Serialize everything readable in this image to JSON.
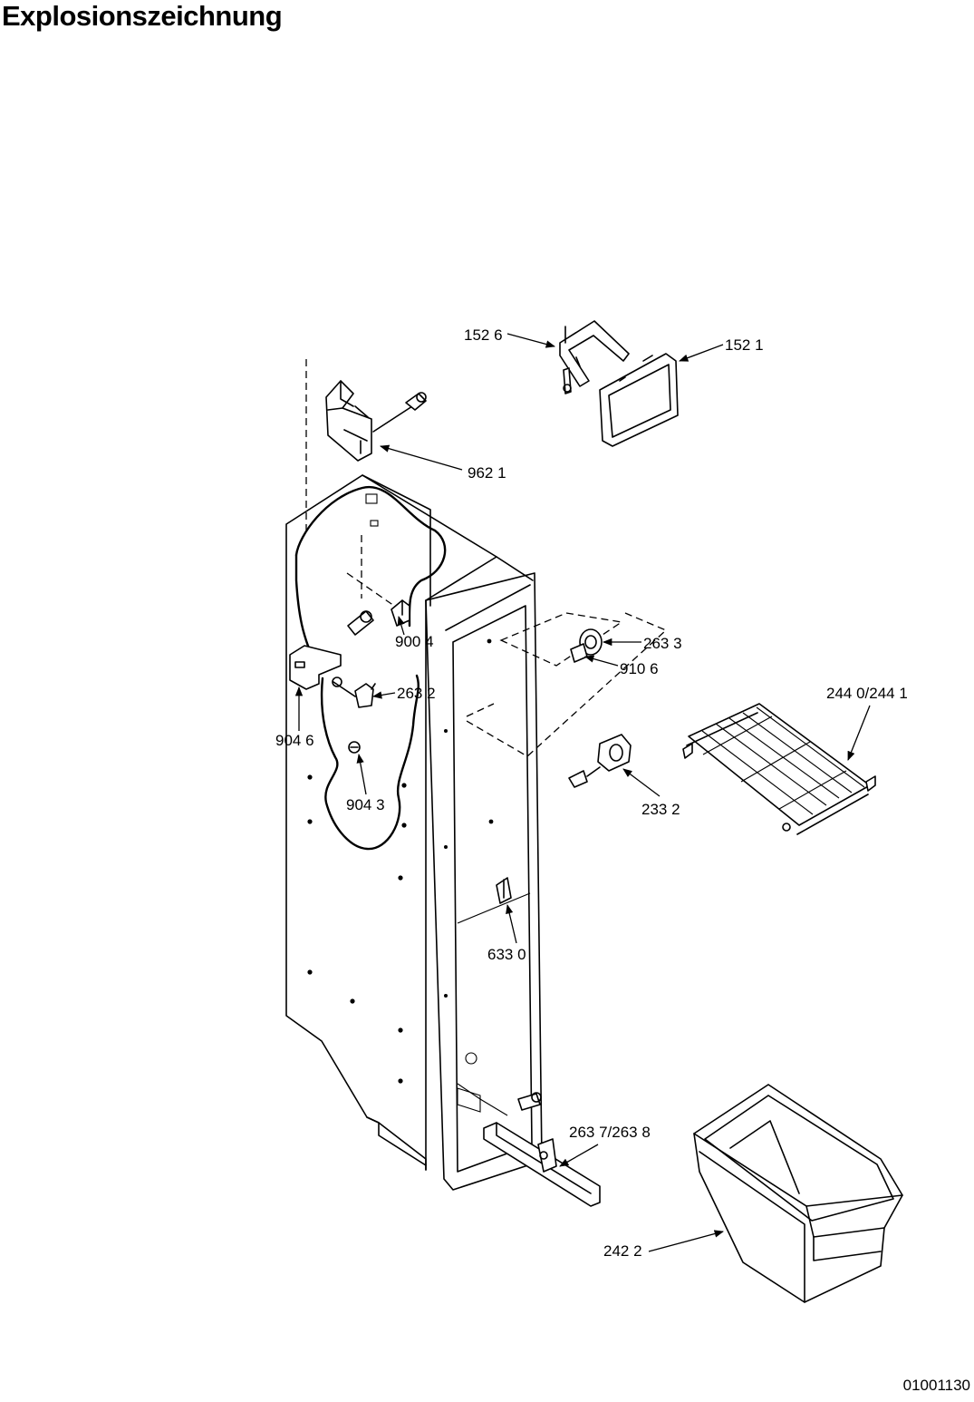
{
  "page": {
    "title": "Explosionszeichnung",
    "doc_id": "01001130"
  },
  "parts": [
    {
      "key": "p1526",
      "label": "152 6"
    },
    {
      "key": "p1521",
      "label": "152 1"
    },
    {
      "key": "p9621",
      "label": "962 1"
    },
    {
      "key": "p9004",
      "label": "900 4"
    },
    {
      "key": "p2633",
      "label": "263 3"
    },
    {
      "key": "p9106",
      "label": "910 6"
    },
    {
      "key": "p2632",
      "label": "263 2"
    },
    {
      "key": "p2440",
      "label": "244 0/244 1"
    },
    {
      "key": "p9046",
      "label": "904 6"
    },
    {
      "key": "p9043",
      "label": "904 3"
    },
    {
      "key": "p2332",
      "label": "233 2"
    },
    {
      "key": "p6330",
      "label": "633 0"
    },
    {
      "key": "p2637",
      "label": "263 7/263 8"
    },
    {
      "key": "p2422",
      "label": "242 2"
    }
  ]
}
